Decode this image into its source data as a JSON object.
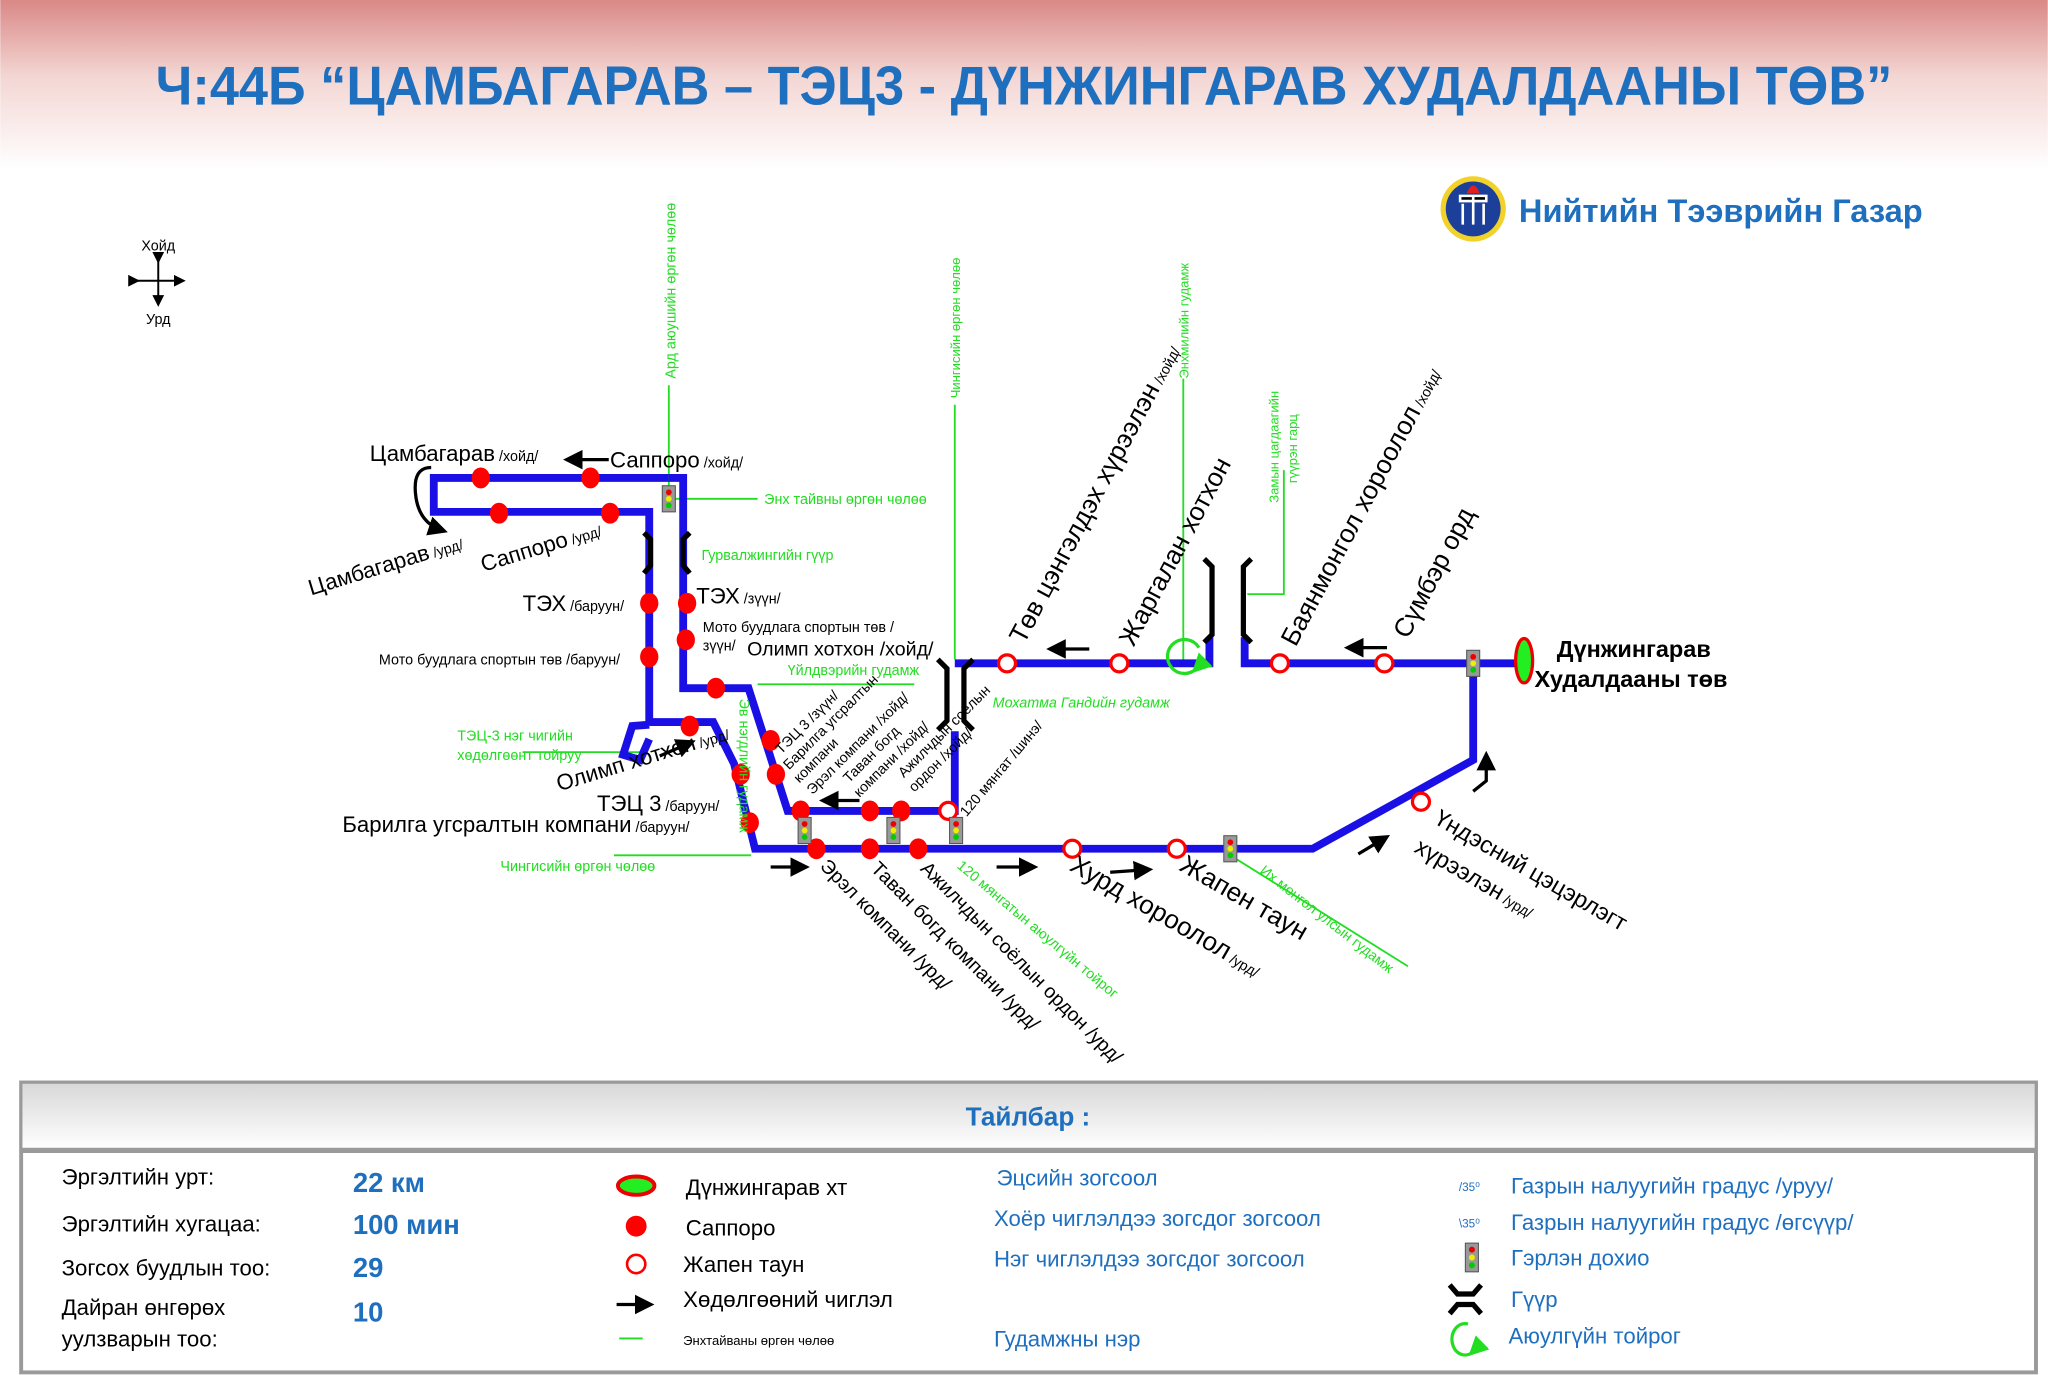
{
  "header": {
    "title": "Ч:44Б “ЦАМБАГАРАВ – ТЭЦ3 - ДҮНЖИНГАРАВ ХУДАЛДААНЫ ТӨВ”",
    "org_name": "Нийтийн Тээврийн Газар",
    "compass_north": "Хойд",
    "compass_south": "Урд"
  },
  "colors": {
    "title": "#1f6fbf",
    "route": "#1a10e6",
    "stop": "#ff0000",
    "street": "#22dd22",
    "terminal": "#22ee22"
  },
  "stops": {
    "tsamb_n": {
      "name": "Цамбагарав",
      "dir": " /хойд/"
    },
    "sapp_n": {
      "name": "Саппоро",
      "dir": " /хойд/"
    },
    "tsamb_s": {
      "name": "Цамбагарав",
      "dir": " /урд/"
    },
    "sapp_s": {
      "name": "Саппоро",
      "dir": " /урд/"
    },
    "teh_w": {
      "name": "ТЭХ",
      "dir": " /баруун/"
    },
    "teh_e": {
      "name": "ТЭХ",
      "dir": " /зүүн/"
    },
    "moto_w": {
      "name": "Мото буудлага спортын төв /баруун/"
    },
    "moto_e": {
      "line1": "Мото буудлага спортын төв /",
      "line2": "зүүн/"
    },
    "olimp_n": {
      "name": "Олимп хотхон /хойд/"
    },
    "olimp_s": {
      "name": "Олимп хотхон",
      "dir": " /урд/"
    },
    "tets3_w": {
      "name": "ТЭЦ 3",
      "dir": " /баруун/"
    },
    "baril_w": {
      "name": "Барилга угсралтын компани",
      "dir": " /баруун/"
    },
    "tets3_e": {
      "name": "ТЭЦ 3 /зүүн/"
    },
    "baril_e": {
      "line1": "Барилга угсралтын",
      "line2": "компани"
    },
    "erel_n": {
      "name": "Эрэл компани /хойд/"
    },
    "tavan_n": {
      "line1": "Таван богд",
      "line2": "компани /хойд/"
    },
    "ajil_n": {
      "line1": "Ажилчдын соёлын",
      "line2": "ордон /хойд/"
    },
    "m120": {
      "name": "120 мянгат /шинэ/"
    },
    "erel_s": {
      "name": "Эрэл компани /урд/"
    },
    "tavan_s": {
      "name": "Таван богд компани /урд/"
    },
    "ajil_s": {
      "name": "Ажилчдын соёлын ордон /урд/"
    },
    "hurd": {
      "name": "Хурд хороолол",
      "dir": " /урд/"
    },
    "japen": {
      "name": "Жапен таун"
    },
    "undes": {
      "line1": "Үндэсний цэцэрлэгт",
      "line2": "хүрээлэн",
      "dir": " /урд/"
    },
    "tuv": {
      "name": "Төв цэнгэлдэх хүрээлэн",
      "dir": " /хойд/"
    },
    "jargalan": {
      "name": "Жаргалан хотхон"
    },
    "bayan": {
      "name": "Баянмонгол хороолол",
      "dir": " /хойд/"
    },
    "sumber": {
      "name": "Сүмбэр орд"
    },
    "terminal": {
      "line1": "Дүнжингарав",
      "line2": "Худалдааны төв"
    }
  },
  "streets": {
    "ard": "Ард аюушийн өргөн чөлөө",
    "enh": "Энх тайвны өргөн чөлөө",
    "gurv": "Гурвалжингийн гүүр",
    "chingis_n": "Чингисийн өргөн чөлөө",
    "enhmil": "Энхмилийн гудамж",
    "zamyn_1": "Замын цагдаагийн",
    "zamyn_2": "гүүрэн гарц",
    "uildver": "Үйлдвэрийн гудамж",
    "gandi": "Мохатма Гандийн гудамж",
    "ev": "Эв нэгдлийн гудамж",
    "tets_1": "ТЭЦ-3 нэг чигийн",
    "tets_2": "хөдөлгөөнт тойруу",
    "chingis_s": "Чингисийн өргөн чөлөө",
    "toirog120": "120 мянгатын аюулгүйн тойрог",
    "ihmongol": "Их монгол улсын гудамж"
  },
  "legend": {
    "title": "Тайлбар :",
    "stats": [
      {
        "label": "Эргэлтийн урт:",
        "value": "22 км"
      },
      {
        "label": "Эргэлтийн хугацаа:",
        "value": "100 мин"
      },
      {
        "label": "Зогсох буудлын тоо:",
        "value": "29"
      },
      {
        "label": "Дайран өнгөрөх",
        "label2": "уулзварын тоо:",
        "value": "10"
      }
    ],
    "symbols": [
      "Дүнжингарав хт",
      "Саппоро",
      "Жапен таун",
      "Хөдөлгөөний чиглэл",
      "Энхтайваны өргөн чөлөө"
    ],
    "meanings": [
      "Эцсийн зогсоол",
      "Хоёр чиглэлдээ зогсдог зогсоол",
      "Нэг чиглэлдээ зогсдог зогсоол",
      "Гудамжны нэр"
    ],
    "grade_down_sym": "/35⁰",
    "grade_up_sym": "\\35⁰",
    "extra": [
      "Газрын налуугийн градус /уруу/",
      "Газрын налуугийн градус /өгсүүр/",
      "Гэрлэн дохио",
      "Гүүр",
      "Аюулгүйн тойрог"
    ]
  }
}
